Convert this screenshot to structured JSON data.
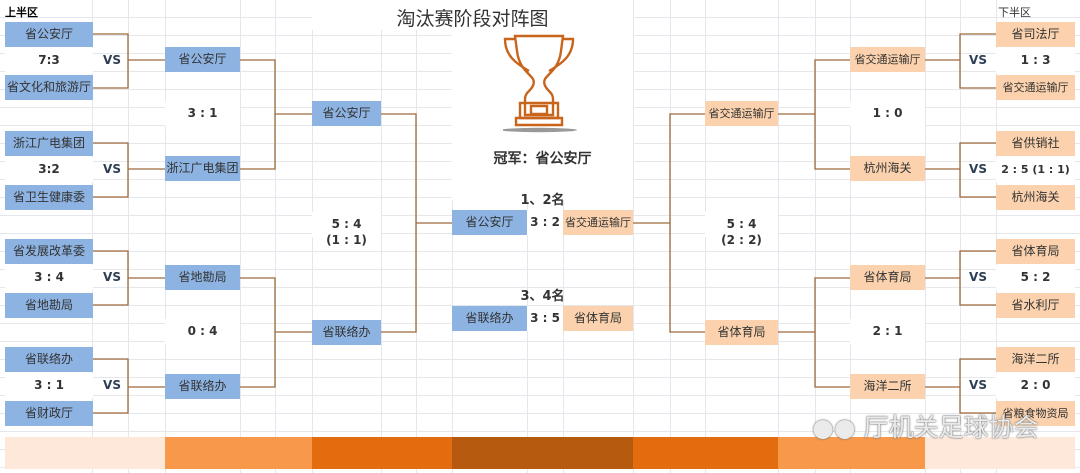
{
  "title": "淘汰赛阶段对阵图",
  "upper": {
    "label": "上半区",
    "round1": [
      {
        "teams": [
          "省公安厅",
          "省文化和旅游厅"
        ],
        "score": "7:3",
        "vs": "VS"
      },
      {
        "teams": [
          "浙江广电集团",
          "省卫生健康委"
        ],
        "score": "3:2",
        "vs": "VS"
      },
      {
        "teams": [
          "省发展改革委",
          "省地勘局"
        ],
        "score": "3 : 4",
        "vs": "VS"
      },
      {
        "teams": [
          "省联络办",
          "省财政厅"
        ],
        "score": "3 : 1",
        "vs": "VS"
      }
    ],
    "round2": [
      {
        "teams": [
          "省公安厅",
          "浙江广电集团"
        ],
        "score": "3 : 1"
      },
      {
        "teams": [
          "省地勘局",
          "省联络办"
        ],
        "score": "0 : 4"
      }
    ],
    "semifinal": {
      "teams": [
        "省公安厅",
        "省联络办"
      ],
      "score": "5 : 4",
      "penalty": "(1 : 1)"
    }
  },
  "lower": {
    "label": "下半区",
    "round1": [
      {
        "teams": [
          "省司法厅",
          "省交通运输厅"
        ],
        "score": "1 : 3",
        "vs": "VS"
      },
      {
        "teams": [
          "省供销社",
          "杭州海关"
        ],
        "score": "2 : 5 (1 : 1)",
        "vs": "VS"
      },
      {
        "teams": [
          "省体育局",
          "省水利厅"
        ],
        "score": "5 : 2",
        "vs": "VS"
      },
      {
        "teams": [
          "海洋二所",
          "省粮食物资局"
        ],
        "score": "2 : 0",
        "vs": "VS"
      }
    ],
    "round2": [
      {
        "teams": [
          "省交通运输厅",
          "杭州海关"
        ],
        "score": "1 : 0"
      },
      {
        "teams": [
          "省体育局",
          "海洋二所"
        ],
        "score": "2 : 1"
      }
    ],
    "semifinal": {
      "teams": [
        "省交通运输厅",
        "省体育局"
      ],
      "score": "5 : 4",
      "penalty": "(2 : 2)"
    }
  },
  "center": {
    "trophy_icon": "trophy-icon",
    "champion": "冠军：省公安厅",
    "final": {
      "label": "1、2名",
      "teams": [
        "省公安厅",
        "省交通运输厅"
      ],
      "score": "3 : 2"
    },
    "third_place": {
      "label": "3、4名",
      "teams": [
        "省联络办",
        "省体育局"
      ],
      "score": "3 : 5"
    }
  },
  "watermark": "厅机关足球协会",
  "colors": {
    "upper": "#8db3e2",
    "lower": "#fbd2ad",
    "line": "#9c6a3c",
    "trophy": "#c8651b"
  }
}
